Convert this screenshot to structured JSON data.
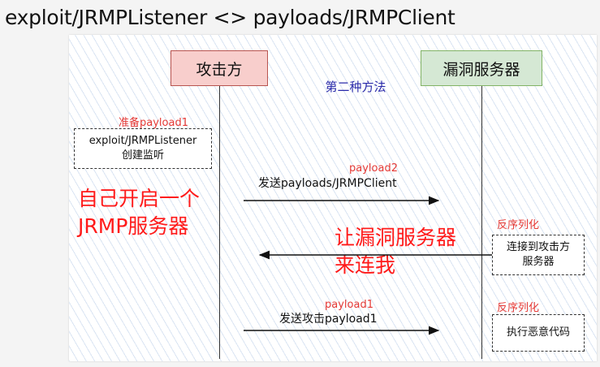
{
  "slide": {
    "title": "exploit/JRMPListener  <>  payloads/JRMPClient"
  },
  "actors": {
    "attacker": "攻击方",
    "server": "漏洞服务器"
  },
  "method_label": "第二种方法",
  "steps": {
    "prepare_label": "准备payload1",
    "listener_note_line1": "exploit/JRMPListener",
    "listener_note_line2": "创建监听",
    "send_client_tag": "payload2",
    "send_client_text": "发送payloads/JRMPClient",
    "self_server_line1": "自己开启一个",
    "self_server_line2": "JRMP服务器",
    "deserialize_label_1": "反序列化",
    "connect_note_line1": "连接到攻击方",
    "connect_note_line2": "服务器",
    "server_connect_line1": "让漏洞服务器",
    "server_connect_line2": "来连我",
    "send_attack_tag": "payload1",
    "send_attack_text": "发送攻击payload1",
    "deserialize_label_2": "反序列化",
    "exec_note": "执行恶意代码"
  },
  "colors": {
    "attacker_fill": "#f8cecc",
    "attacker_border": "#b85450",
    "server_fill": "#d5e8d4",
    "server_border": "#82b366",
    "highlight_red": "#ff1a1a",
    "label_blue": "#2a2aaa"
  }
}
